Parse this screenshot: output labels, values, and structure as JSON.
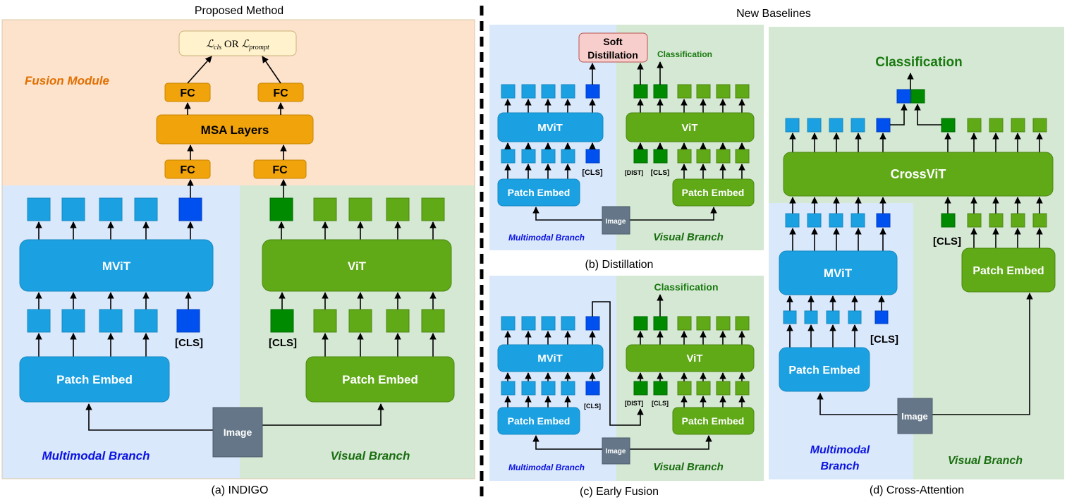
{
  "headers": {
    "proposed": "Proposed Method",
    "baselines": "New Baselines"
  },
  "captions": {
    "a": "(a) INDIGO",
    "b": "(b) Distillation",
    "c": "(c) Early Fusion",
    "d": "(d) Cross-Attention"
  },
  "labels": {
    "loss": "ℒcls OR ℒprompt",
    "fusion_module": "Fusion Module",
    "fc": "FC",
    "msa": "MSA Layers",
    "mvit": "MViT",
    "vit": "ViT",
    "crossvit": "CrossViT",
    "patch_embed": "Patch Embed",
    "image": "Image",
    "cls": "[CLS]",
    "dist": "[DIST]",
    "soft": "Soft",
    "distillation": "Distillation",
    "classification": "Classification",
    "multimodal_branch": "Multimodal Branch",
    "multimodal": "Multimodal",
    "branch": "Branch",
    "visual_branch": "Visual Branch"
  },
  "colors": {
    "blue_token": "#1ba1e2",
    "blue_cls": "#0050ef",
    "green_token": "#60a917",
    "green_cls": "#008a00",
    "orange": "#f0a30a",
    "blue_bg": "#dae8fc",
    "green_bg": "#d5e8d4",
    "orange_bg": "#fde2cc",
    "image": "#647687",
    "soft": "#f8cecc"
  }
}
